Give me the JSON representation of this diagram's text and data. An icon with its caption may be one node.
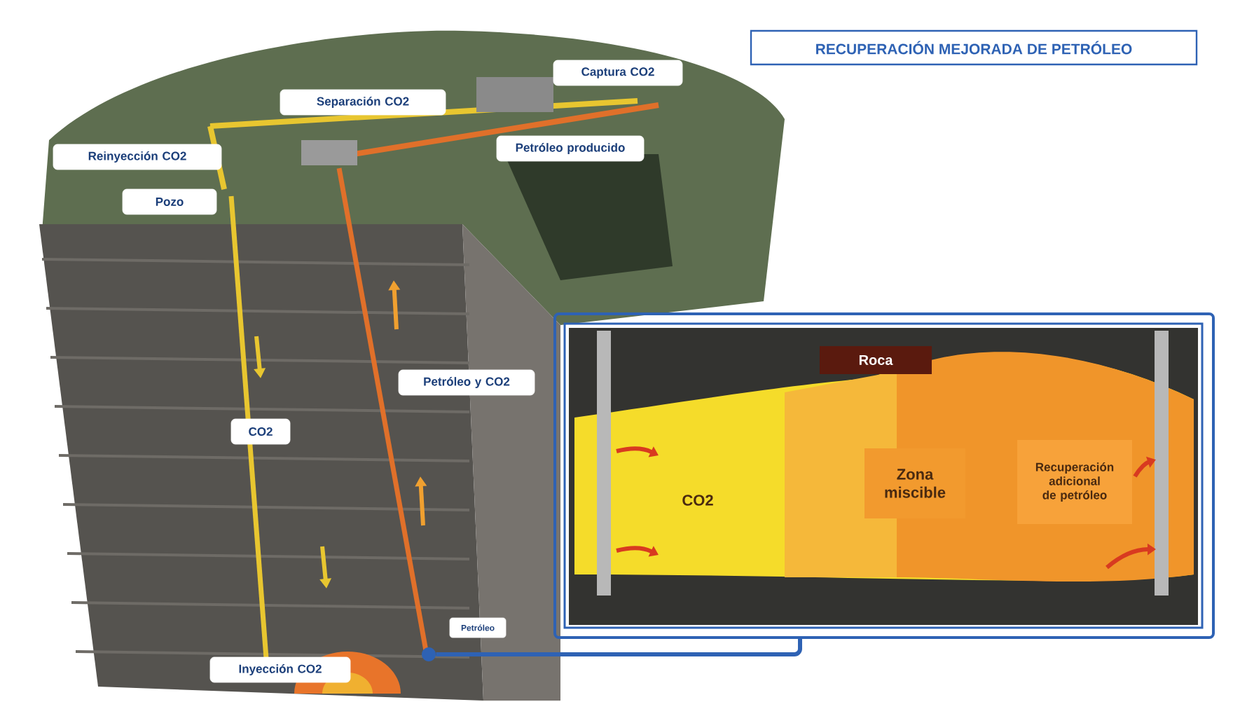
{
  "diagram": {
    "title": "RECUPERACIÓN MEJORADA DE PETRÓLEO",
    "nodes": [
      {
        "text": [
          "Captura CO2"
        ]
      },
      {
        "text": [
          "Separación CO2"
        ]
      },
      {
        "text": [
          "Petróleo producido"
        ]
      },
      {
        "text": [
          "Reinyección CO2"
        ]
      },
      {
        "text": [
          "Pozo"
        ]
      },
      {
        "text": [
          "Petróleo y CO2"
        ]
      },
      {
        "text": [
          "CO2"
        ]
      },
      {
        "text": [
          "Petróleo"
        ]
      },
      {
        "text": [
          "Inyección CO2"
        ]
      },
      {
        "text": [],
        "shape": "box"
      },
      {
        "text": [
          "Roca"
        ],
        "in": 9
      },
      {
        "text": [
          "Zona miscible"
        ],
        "in": 9
      },
      {
        "text": [
          "Recuperación adicional de petróleo"
        ],
        "in": 9
      },
      {
        "text": [],
        "shape": "circle"
      }
    ],
    "edges": [
      {
        "from": 13,
        "to": 9,
        "arrow": "none"
      }
    ],
    "labels": [
      "CO2"
    ]
  }
}
